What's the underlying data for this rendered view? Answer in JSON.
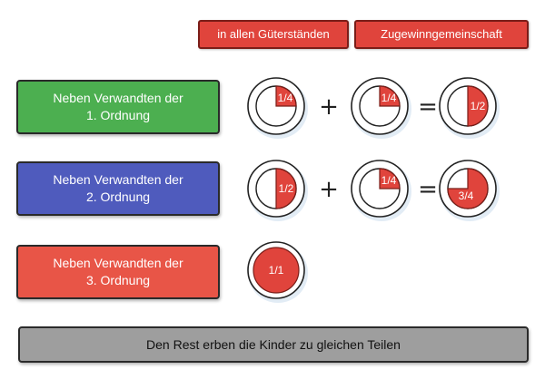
{
  "headers": {
    "left": "in allen Güterständen",
    "right": "Zugewinngemeinschaft"
  },
  "rows": [
    {
      "line1": "Neben Verwandten der",
      "line2": "1. Ordnung",
      "a": "1/4",
      "b": "1/4",
      "sum": "1/2",
      "fa": 0.25,
      "fb": 0.25,
      "fs": 0.5
    },
    {
      "line1": "Neben Verwandten der",
      "line2": "2. Ordnung",
      "a": "1/2",
      "b": "1/4",
      "sum": "3/4",
      "fa": 0.5,
      "fb": 0.25,
      "fs": 0.75
    },
    {
      "line1": "Neben Verwandten der",
      "line2": "3. Ordnung",
      "a": "1/1",
      "fa": 1.0
    }
  ],
  "operators": {
    "plus": "+",
    "equals": "="
  },
  "footer": "Den Rest erben die Kinder zu gleichen Teilen",
  "colors": {
    "red": "#e0443c",
    "green": "#4caf50",
    "blue": "#4f5bbd",
    "gray": "#9e9e9e"
  }
}
